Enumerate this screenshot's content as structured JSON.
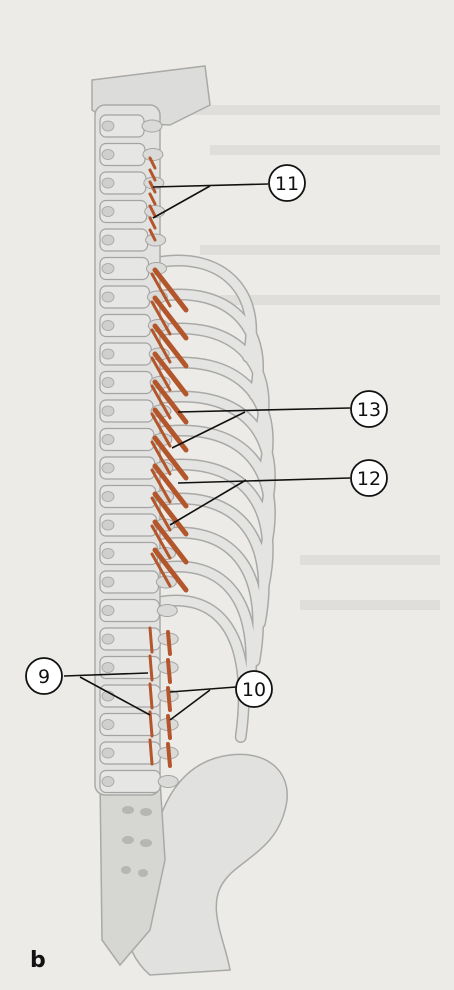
{
  "figure": {
    "panel_label": "b",
    "callouts": [
      {
        "id": "9",
        "label": "⑨"
      },
      {
        "id": "10",
        "label": "⑩"
      },
      {
        "id": "11",
        "label": "⑪"
      },
      {
        "id": "12",
        "label": "⑫"
      },
      {
        "id": "13",
        "label": "⑬"
      }
    ],
    "colors": {
      "bone": "#e4e4e2",
      "bone_shadow": "#a9a9a7",
      "muscle": "#b4562b",
      "leader_line": "#111111",
      "page_background": "#ecebe7"
    }
  }
}
